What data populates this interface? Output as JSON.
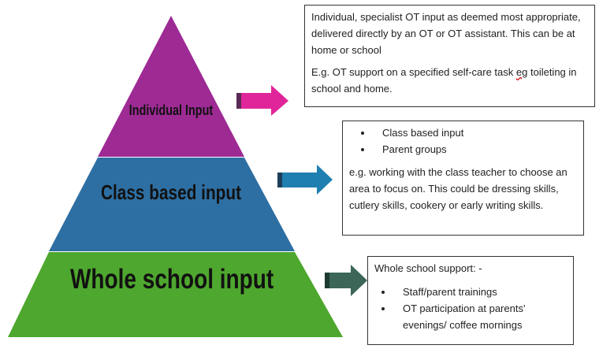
{
  "pyramid": {
    "tiers": [
      {
        "label": "Individual Input",
        "color": "#9E2A94"
      },
      {
        "label": "Class based input",
        "color": "#2E6FA3"
      },
      {
        "label": "Whole school input",
        "color": "#4EA72E"
      }
    ]
  },
  "arrows": {
    "individual": "#E0259A",
    "class": "#1F7FB0",
    "whole": "#3B6658"
  },
  "boxes": {
    "individual": {
      "paragraph1": "Individual, specialist OT input as deemed most appropriate, delivered directly by an OT or OT assistant. This can be at home or school",
      "paragraph2_prefix": "E.g. OT support on a specified self-care task ",
      "paragraph2_flagged": "eg",
      "paragraph2_suffix": " toileting in school and home."
    },
    "class": {
      "bullets": [
        "Class based input",
        "Parent groups"
      ],
      "example": "e.g. working with the class teacher to choose an area to focus on. This could be dressing skills, cutlery skills, cookery or early writing skills."
    },
    "whole": {
      "heading": "Whole school support: -",
      "bullets": [
        "Staff/parent trainings",
        "OT participation at parents' evenings/ coffee mornings"
      ]
    }
  }
}
